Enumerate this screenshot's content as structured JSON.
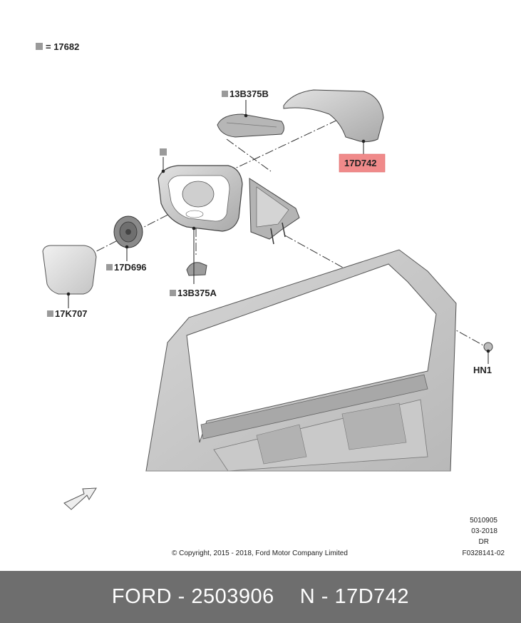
{
  "legend": {
    "symbol_label": "= 17682"
  },
  "parts": {
    "p13b375b": "13B375B",
    "p17d742": "17D742",
    "p17d696": "17D696",
    "p13b375a": "13B375A",
    "p17k707": "17K707",
    "hn1": "HN1"
  },
  "colors": {
    "highlight_fill": "#f08a8a",
    "footer_bg": "#6e6e6e",
    "marker_gray": "#9a9a9a"
  },
  "meta": {
    "doc_number": "5010905",
    "date": "03-2018",
    "variant": "DR",
    "figure_id": "F0328141-02",
    "copyright": "© Copyright, 2015 - 2018, Ford Motor Company Limited"
  },
  "footer": {
    "brand_part": "FORD - 2503906",
    "ref_part": "N - 17D742"
  }
}
